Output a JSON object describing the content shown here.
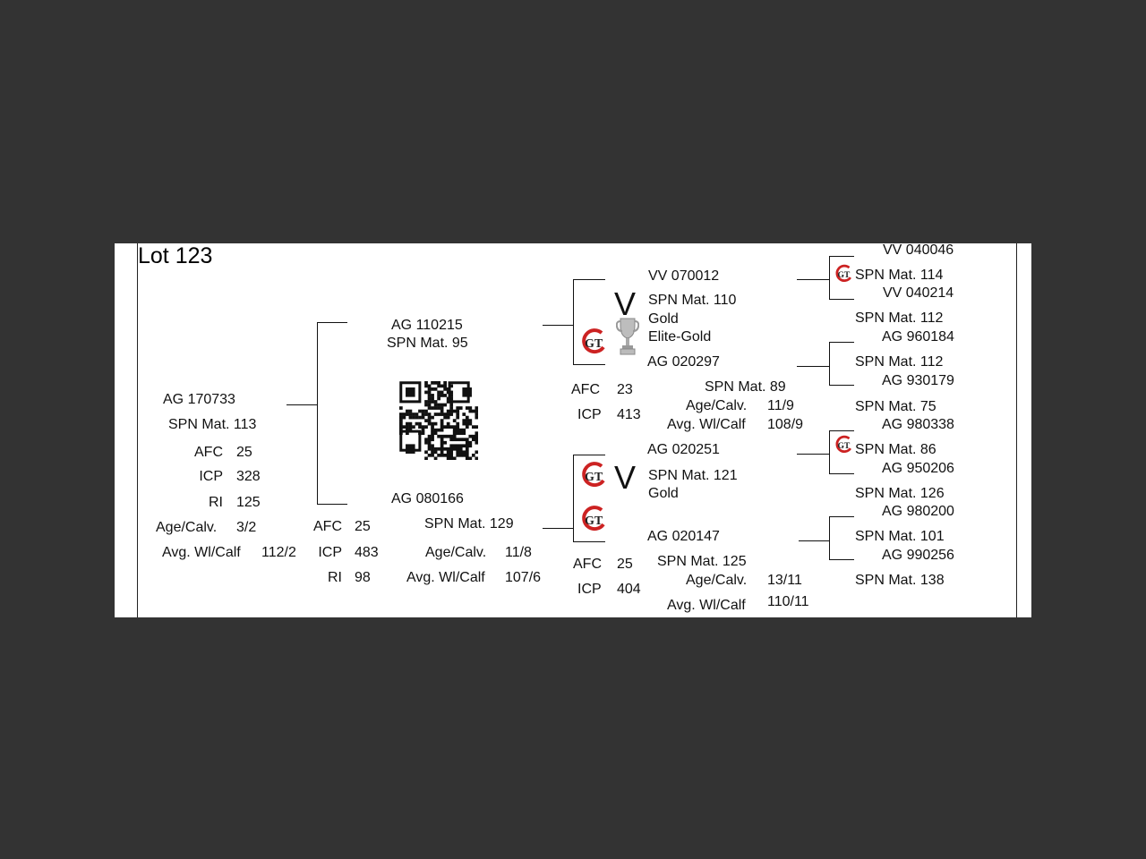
{
  "lot_title": "Lot 123",
  "subject": {
    "id": "AG 170733",
    "spn": "SPN Mat. 113",
    "stats": [
      {
        "label": "AFC",
        "value": "25"
      },
      {
        "label": "ICP",
        "value": "328"
      },
      {
        "label": "RI",
        "value": "125"
      },
      {
        "label": "Age/Calv.",
        "value": "3/2"
      },
      {
        "label": "Avg. Wl/Calf",
        "value": "112/2"
      }
    ]
  },
  "sire": {
    "id": "AG 110215",
    "spn": "SPN Mat. 95"
  },
  "dam": {
    "id": "AG 080166",
    "spn": "SPN Mat. 129",
    "left_stats": [
      {
        "label": "AFC",
        "value": "25"
      },
      {
        "label": "ICP",
        "value": "483"
      },
      {
        "label": "RI",
        "value": "98"
      }
    ],
    "right_stats": [
      {
        "label": "Age/Calv.",
        "value": "11/8"
      },
      {
        "label": "Avg. Wl/Calf",
        "value": "107/6"
      }
    ]
  },
  "sire_sire": {
    "id": "VV 070012",
    "spn": "SPN Mat. 110",
    "award1": "Gold",
    "award2": "Elite-Gold",
    "v_mark": "V"
  },
  "sire_dam": {
    "id": "AG 020297",
    "spn": "SPN Mat. 89",
    "afc": {
      "label": "AFC",
      "value": "23"
    },
    "icp": {
      "label": "ICP",
      "value": "413"
    },
    "age": {
      "label": "Age/Calv.",
      "value": "11/9"
    },
    "avg": {
      "label": "Avg. Wl/Calf",
      "value": "108/9"
    }
  },
  "dam_sire": {
    "id": "AG 020251",
    "spn": "SPN Mat. 121",
    "award1": "Gold",
    "v_mark": "V"
  },
  "dam_dam": {
    "id": "AG 020147",
    "spn": "SPN Mat. 125",
    "afc": {
      "label": "AFC",
      "value": "25"
    },
    "icp": {
      "label": "ICP",
      "value": "404"
    },
    "age": {
      "label": "Age/Calv.",
      "value": "13/11"
    },
    "avg": {
      "label": "Avg. Wl/Calf",
      "value": "110/11"
    }
  },
  "ggp": [
    {
      "id": "VV 040046",
      "spn": "SPN Mat. 114"
    },
    {
      "id": "VV 040214",
      "spn": "SPN Mat. 112"
    },
    {
      "id": "AG 960184",
      "spn": "SPN Mat. 112"
    },
    {
      "id": "AG 930179",
      "spn": "SPN Mat. 75"
    },
    {
      "id": "AG 980338",
      "spn": "SPN Mat. 86"
    },
    {
      "id": "AG 950206",
      "spn": "SPN Mat. 126"
    },
    {
      "id": "AG 980200",
      "spn": "SPN Mat. 101"
    },
    {
      "id": "AG 990256",
      "spn": "SPN Mat. 138"
    }
  ],
  "logo_text": "GT",
  "colors": {
    "backdrop": "#333333",
    "paper": "#ffffff",
    "ink": "#111111",
    "logo_red": "#cc2222"
  }
}
